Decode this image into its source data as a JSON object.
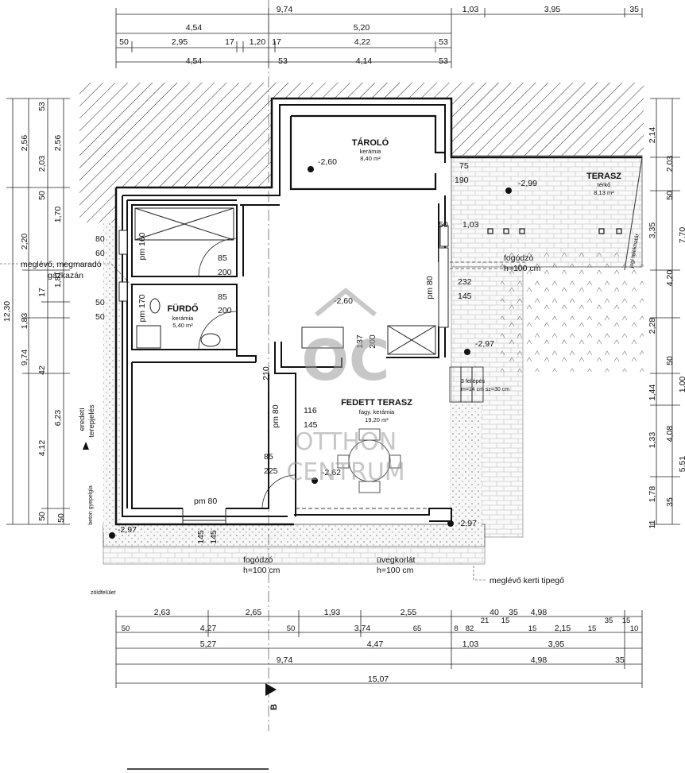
{
  "dimensions": {
    "top_row1": [
      "9,74",
      "1,03",
      "3,95",
      "35"
    ],
    "top_row2": [
      "4,54",
      "5,20"
    ],
    "top_row3": [
      "50",
      "2,95",
      "17",
      "1,20",
      "17",
      "4,22",
      "53"
    ],
    "top_row4": [
      "4,54",
      "53",
      "4,14",
      "53"
    ],
    "bottom_row1": [
      "2,63",
      "2,65",
      "1,93",
      "2,55",
      "40",
      "35",
      "4,98"
    ],
    "bottom_row2": [
      "50",
      "4,27",
      "50",
      "3,74",
      "65",
      "8",
      "82",
      "21",
      "15",
      "15",
      "2,15",
      "15",
      "35",
      "15",
      "10"
    ],
    "bottom_row3": [
      "5,27",
      "4,47",
      "1,03",
      "3,95"
    ],
    "bottom_row4": [
      "9,74",
      "4,98",
      "35"
    ],
    "bottom_row5": [
      "15,07"
    ],
    "left_total": "12,30",
    "left_col1": [
      "2,56",
      "2,20",
      "1,83",
      "9,74"
    ],
    "left_col2": [
      "2,56",
      "1,70",
      "1,81",
      "6,23",
      "50"
    ],
    "left_col3": [
      "53",
      "2,03",
      "50",
      "17",
      "42",
      "4,12",
      "50"
    ],
    "right_col1": [
      "2,14",
      "3,35",
      "2,28",
      "1,44",
      "1,33",
      "1,78",
      "11"
    ],
    "right_col2": [
      "2,03",
      "50",
      "4,20",
      "50",
      "4,08",
      "35"
    ],
    "right_edge": [
      "7,70",
      "1,00",
      "5,51"
    ],
    "openings": [
      "80",
      "60",
      "50",
      "50",
      "pm 160",
      "85",
      "200",
      "pm 170",
      "85",
      "200",
      "210",
      "pm 80",
      "232",
      "145",
      "137",
      "200",
      "116",
      "145",
      "pm 80",
      "85",
      "225",
      "pm 80",
      "145",
      "145",
      "75",
      "190",
      "50",
      "1,03"
    ]
  },
  "rooms": {
    "taroló": {
      "name": "TÁROLÓ",
      "finish": "kerámia",
      "area": "8,40 m²",
      "level": "-2,60"
    },
    "terasz": {
      "name": "TERASZ",
      "finish": "térkő",
      "area": "8,13 m²",
      "level": "-2,99"
    },
    "furdo": {
      "name": "FÜRDŐ",
      "finish": "kerámia",
      "area": "5,40 m²"
    },
    "fedett_terasz": {
      "name": "FEDETT TERASZ",
      "finish": "fagy. kerámia",
      "area": "19,20 m²",
      "level": "-2,62"
    }
  },
  "levels": [
    "-2,60",
    "-2,97",
    "-2,97",
    "-2,97",
    "-2,99"
  ],
  "notes": {
    "kazan1": "meglévő, megmaradó",
    "kazan2": "gázkazán",
    "eredeti1": "eredeti",
    "eredeti2": "terepjelés",
    "fogodzo1": "fogódzó",
    "fogodzo1_h": "h=100 cm",
    "fogodzo2": "fogódzó",
    "fogodzo2_h": "h=100 cm",
    "uvegkorlat": "üvegkorlát",
    "uvegkorlat_h": "h=100 cm",
    "lepcso1": "3 fellépés",
    "lepcso2": "m=14 cm  sz=30 cm",
    "kerti": "meglévő kerti tipegő",
    "beton": "beton gyepelgla",
    "zold": "zöldfelület",
    "jogi": "jogi telekhatár"
  },
  "section_mark": "B",
  "watermark": {
    "logo": "OC",
    "line1": "OTTHON",
    "line2": "CENTRUM"
  }
}
